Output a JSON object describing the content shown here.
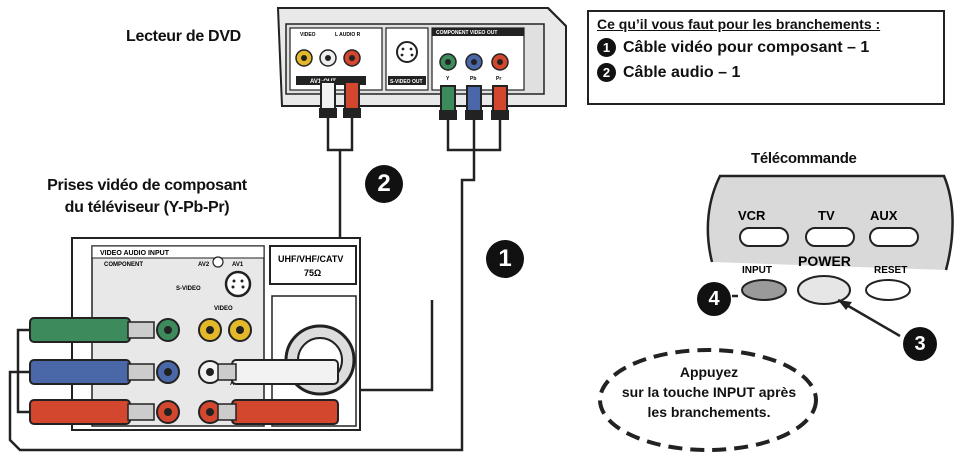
{
  "dvd_label": "Lecteur de DVD",
  "tv_jacks_label_line1": "Prises vidéo de composant",
  "tv_jacks_label_line2": "du téléviseur (Y-Pb-Pr)",
  "remote_label": "Télécommande",
  "needs": {
    "title": "Ce qu’il vous faut pour les branchements :",
    "items": [
      {
        "number": "1",
        "text": "Câble vidéo pour composant – 1"
      },
      {
        "number": "2",
        "text": "Câble audio – 1"
      }
    ]
  },
  "callouts": {
    "one": "1",
    "two": "2",
    "three": "3",
    "four": "4"
  },
  "dvd_panel": {
    "video": "VIDEO",
    "l_audio_r": "L AUDIO R",
    "av_out": "AV1-OUT",
    "s_video_out": "S-VIDEO OUT",
    "component_video_out": "COMPONENT VIDEO OUT",
    "y": "Y",
    "pb": "Pb",
    "pr": "Pr"
  },
  "tv_panel": {
    "video_audio_input": "VIDEO AUDIO INPUT",
    "component": "COMPONENT",
    "av2": "AV2",
    "av1": "AV1",
    "s_video": "S-VIDEO",
    "video": "VIDEO",
    "audio": "AUDIO",
    "uhf": "UHF/VHF/CATV",
    "ohm": "75Ω"
  },
  "remote": {
    "vcr": "VCR",
    "tv": "TV",
    "aux": "AUX",
    "input": "INPUT",
    "power": "POWER",
    "reset": "RESET"
  },
  "bubble": {
    "line1": "Appuyez",
    "line2": "sur la touche INPUT après",
    "line3": "les branchements."
  },
  "colors": {
    "green": "#3d8a5c",
    "blue": "#4a68a8",
    "red": "#d2472e",
    "yellow": "#e3b92b",
    "white_plug": "#f2f2f2"
  }
}
